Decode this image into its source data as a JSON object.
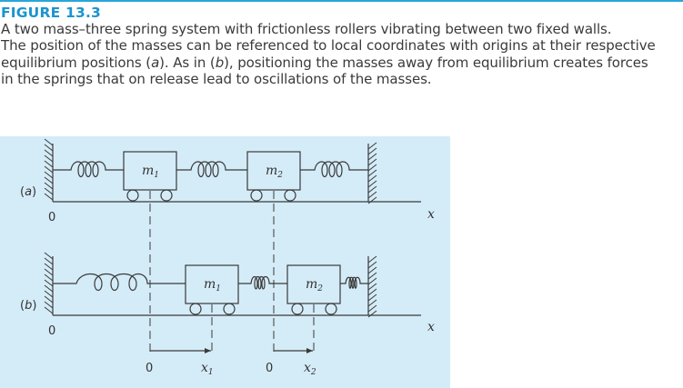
{
  "figure": {
    "label": "FIGURE 13.3",
    "caption": {
      "line1": "A two mass–three spring system with frictionless rollers vibrating between two fixed walls.",
      "line2": "The position of the masses can be referenced to local coordinates with origins at their respective",
      "line3_a": "equilibrium positions (",
      "line3_b": "a",
      "line3_c": "). As in (",
      "line3_d": "b",
      "line3_e": "), positioning the masses away from equilibrium creates forces",
      "line4": "in the springs that on release lead to oscillations of the masses."
    }
  },
  "diagram": {
    "panel_a": {
      "tag_open": "(",
      "tag_letter": "a",
      "tag_close": ")",
      "origin_label": "0",
      "axis_label": "x",
      "mass1": {
        "symbol": "m",
        "subscript": "1"
      },
      "mass2": {
        "symbol": "m",
        "subscript": "2"
      }
    },
    "panel_b": {
      "tag_open": "(",
      "tag_letter": "b",
      "tag_close": ")",
      "origin_label": "0",
      "axis_label": "x",
      "mass1": {
        "symbol": "m",
        "subscript": "1"
      },
      "mass2": {
        "symbol": "m",
        "subscript": "2"
      }
    },
    "local_coords": {
      "origin1": "0",
      "var1": "x",
      "var1_sub": "1",
      "origin2": "0",
      "var2": "x",
      "var2_sub": "2"
    },
    "colors": {
      "panel_background": "#d4ecf8",
      "line": "#3a3a3a",
      "label_accent": "#1c94cf"
    }
  }
}
